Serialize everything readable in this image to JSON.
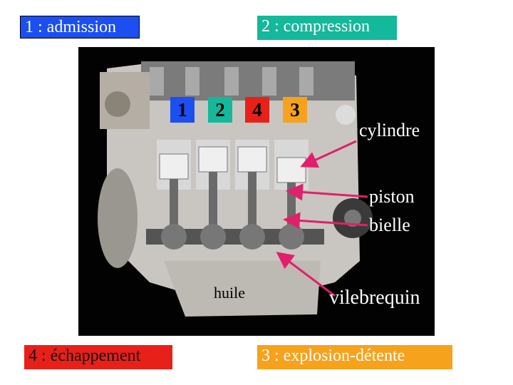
{
  "legend": {
    "admission": "1 : admission",
    "compression": "2 : compression",
    "echappement": "4 : échappement",
    "explosion": "3 : explosion-détente"
  },
  "cylinder_tags": {
    "c1": "1",
    "c2": "2",
    "c4": "4",
    "c3": "3"
  },
  "parts": {
    "cylindre": "cylindre",
    "piston": "piston",
    "bielle": "bielle",
    "vilebrequin": "vilebrequin",
    "huile": "huile"
  },
  "colors": {
    "admission": "#1b4ff0",
    "compression": "#14b89a",
    "echappement": "#e8201a",
    "explosion": "#f7a21c",
    "arrow": "#e0206a"
  }
}
